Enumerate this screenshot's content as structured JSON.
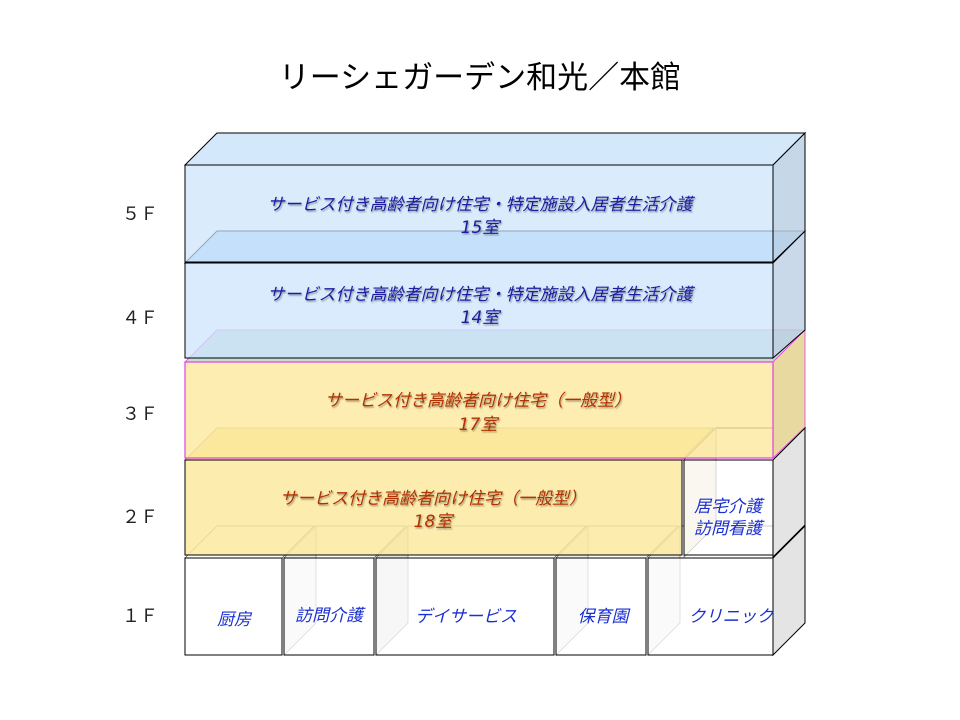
{
  "title": "リーシェガーデン和光／本館",
  "floors": [
    {
      "label": "５Ｆ",
      "areas": [
        {
          "name": "サービス付き高齢者向け住宅・特定施設入居者生活介護",
          "rooms": "15室"
        }
      ]
    },
    {
      "label": "４Ｆ",
      "areas": [
        {
          "name": "サービス付き高齢者向け住宅・特定施設入居者生活介護",
          "rooms": "14室"
        }
      ]
    },
    {
      "label": "３Ｆ",
      "areas": [
        {
          "name": "サービス付き高齢者向け住宅（一般型）",
          "rooms": "17室"
        }
      ]
    },
    {
      "label": "２Ｆ",
      "areas": [
        {
          "name": "サービス付き高齢者向け住宅（一般型）",
          "rooms": "18室"
        },
        {
          "name": "居宅介護",
          "name2": "訪問看護"
        }
      ]
    },
    {
      "label": "１Ｆ",
      "areas": [
        {
          "name": "厨房"
        },
        {
          "name": "訪問介護"
        },
        {
          "name": "デイサービス"
        },
        {
          "name": "保育園"
        },
        {
          "name": "クリニック"
        }
      ]
    }
  ],
  "colors": {
    "blue_floor": "#cce4fb",
    "yellow_floor": "#fcecaa",
    "text_blue": "#1a2fd0",
    "text_brown": "#b03000"
  }
}
